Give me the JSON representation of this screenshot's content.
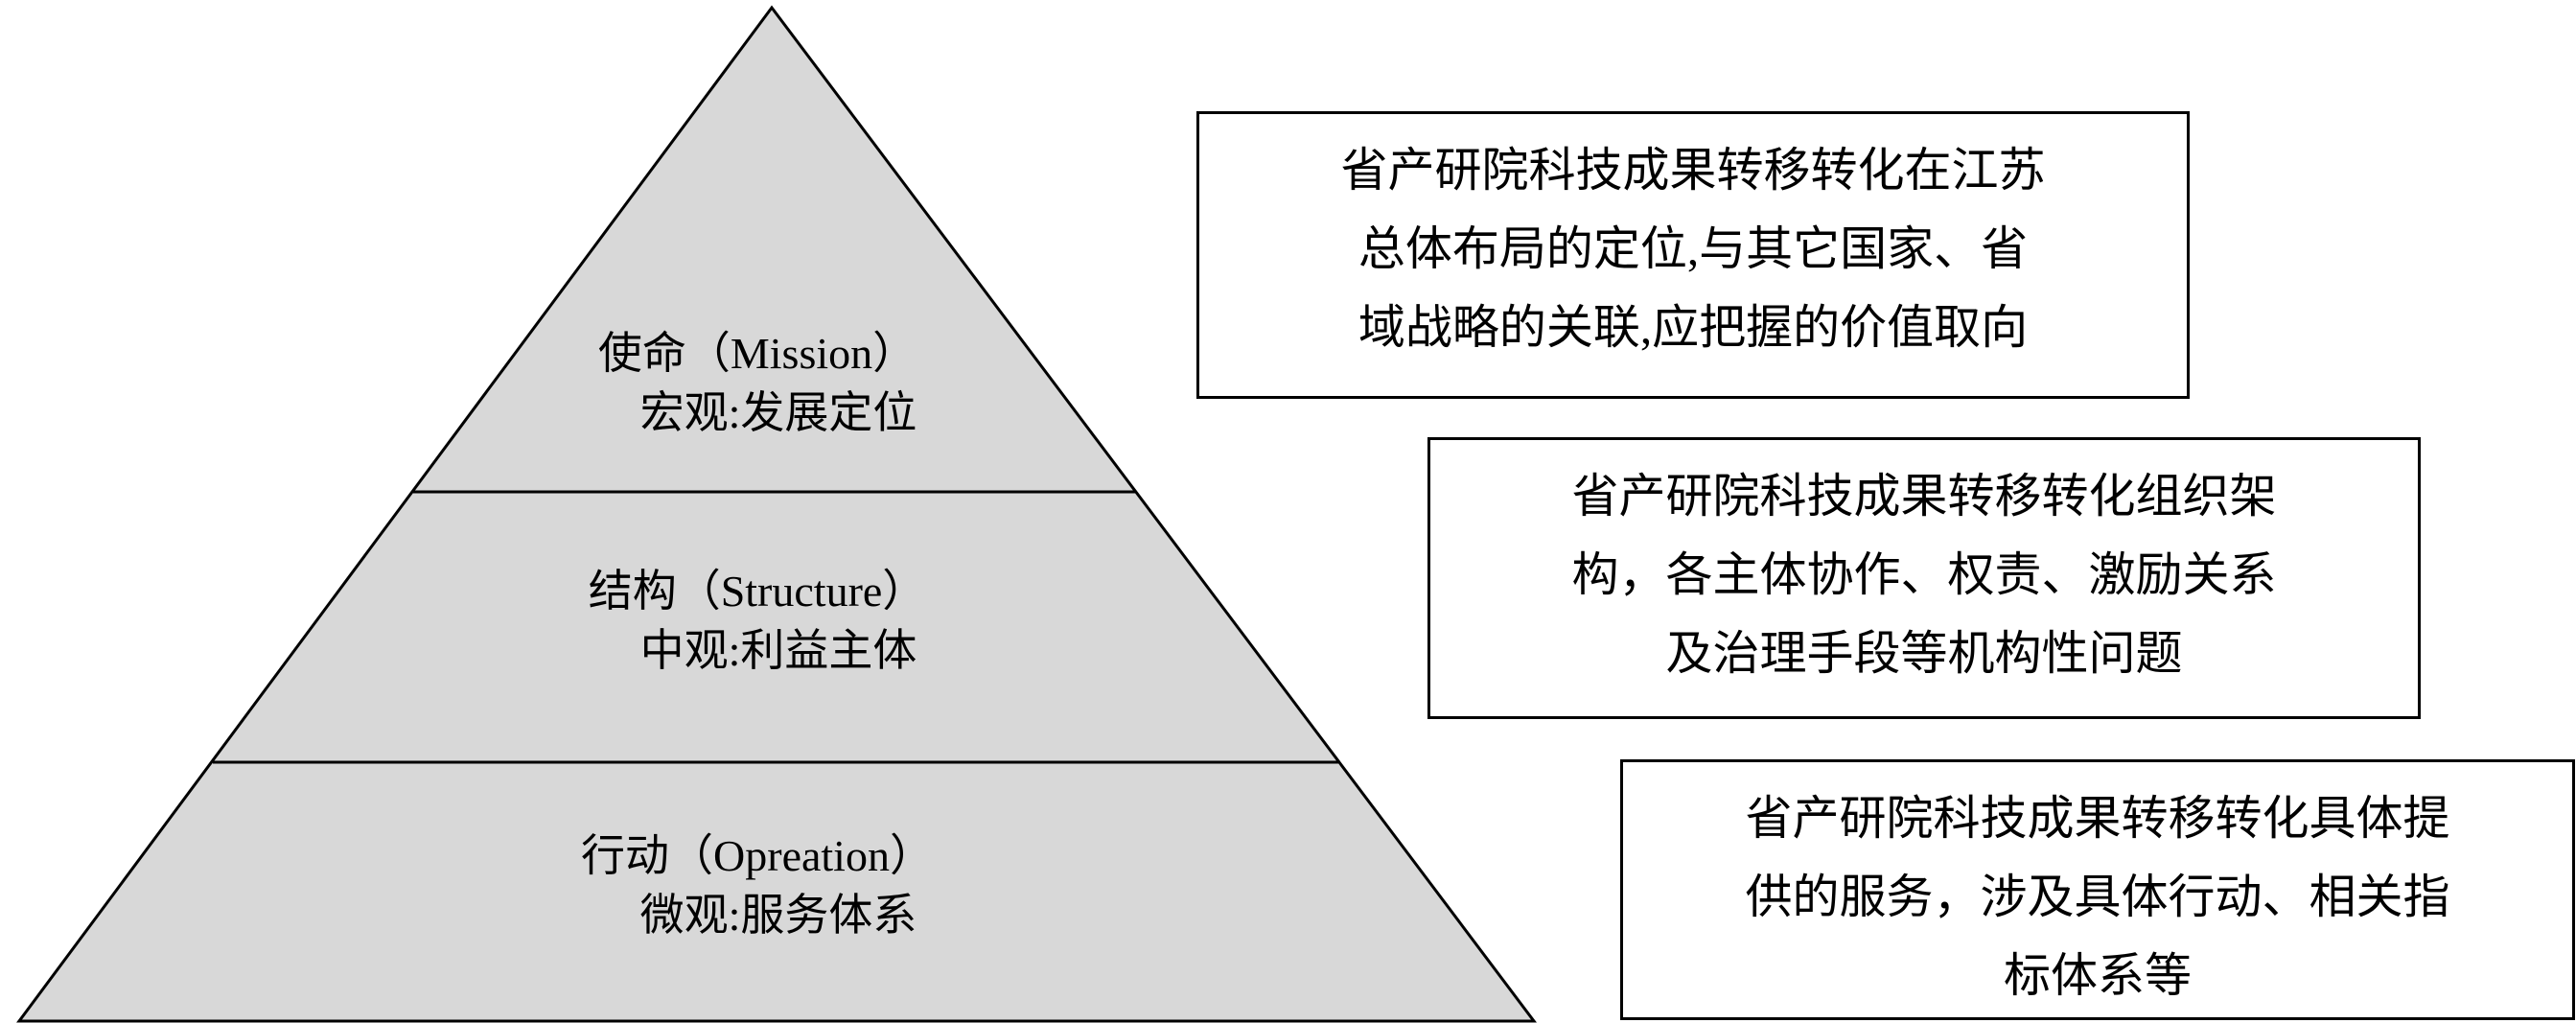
{
  "pyramid": {
    "fill_color": "#d8d8d8",
    "stroke_color": "#000000",
    "levels": [
      {
        "title": "使命（Mission）",
        "subtitle": "宏观:发展定位"
      },
      {
        "title": "结构（Structure）",
        "subtitle": "中观:利益主体"
      },
      {
        "title": "行动（Opreation）",
        "subtitle": "微观:服务体系"
      }
    ]
  },
  "annotations": [
    {
      "lines": [
        "省产研院科技成果转移转化在江苏",
        "总体布局的定位,与其它国家、省",
        "域战略的关联,应把握的价值取向"
      ]
    },
    {
      "lines": [
        "省产研院科技成果转移转化组织架",
        "构，各主体协作、权责、激励关系",
        "及治理手段等机构性问题"
      ]
    },
    {
      "lines": [
        "省产研院科技成果转移转化具体提",
        "供的服务，涉及具体行动、相关指",
        "标体系等"
      ]
    }
  ]
}
